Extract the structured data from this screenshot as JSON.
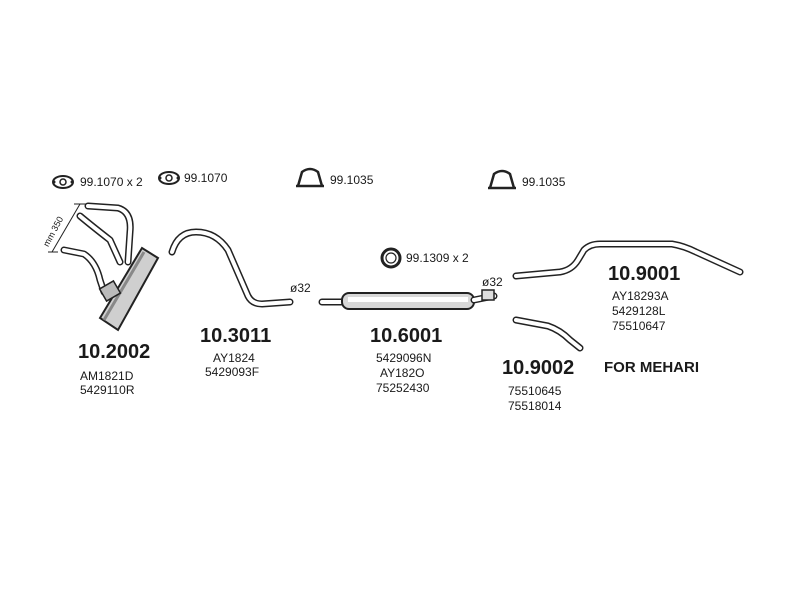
{
  "accessories": [
    {
      "code": "99.1070 x 2",
      "icon": "gasket-icon"
    },
    {
      "code": "99.1070",
      "icon": "gasket-icon"
    },
    {
      "code": "99.1035",
      "icon": "clamp-icon"
    },
    {
      "code": "99.1035",
      "icon": "clamp-icon"
    },
    {
      "code": "99.1309 x 2",
      "icon": "ring-icon"
    }
  ],
  "dimension_label": "mm 350",
  "diameter_labels": [
    "ø32",
    "ø32"
  ],
  "parts": [
    {
      "code": "10.2002",
      "refs": [
        "AM1821D",
        "5429110R"
      ]
    },
    {
      "code": "10.3011",
      "refs": [
        "AY1824",
        "5429093F"
      ]
    },
    {
      "code": "10.6001",
      "refs": [
        "5429096N",
        "AY182O",
        "75252430"
      ]
    },
    {
      "code": "10.9002",
      "refs": [
        "75510645",
        "75518014"
      ]
    },
    {
      "code": "10.9001",
      "refs": [
        "AY18293A",
        "5429128L",
        "75510647"
      ]
    }
  ],
  "model_note": "FOR MEHARI"
}
